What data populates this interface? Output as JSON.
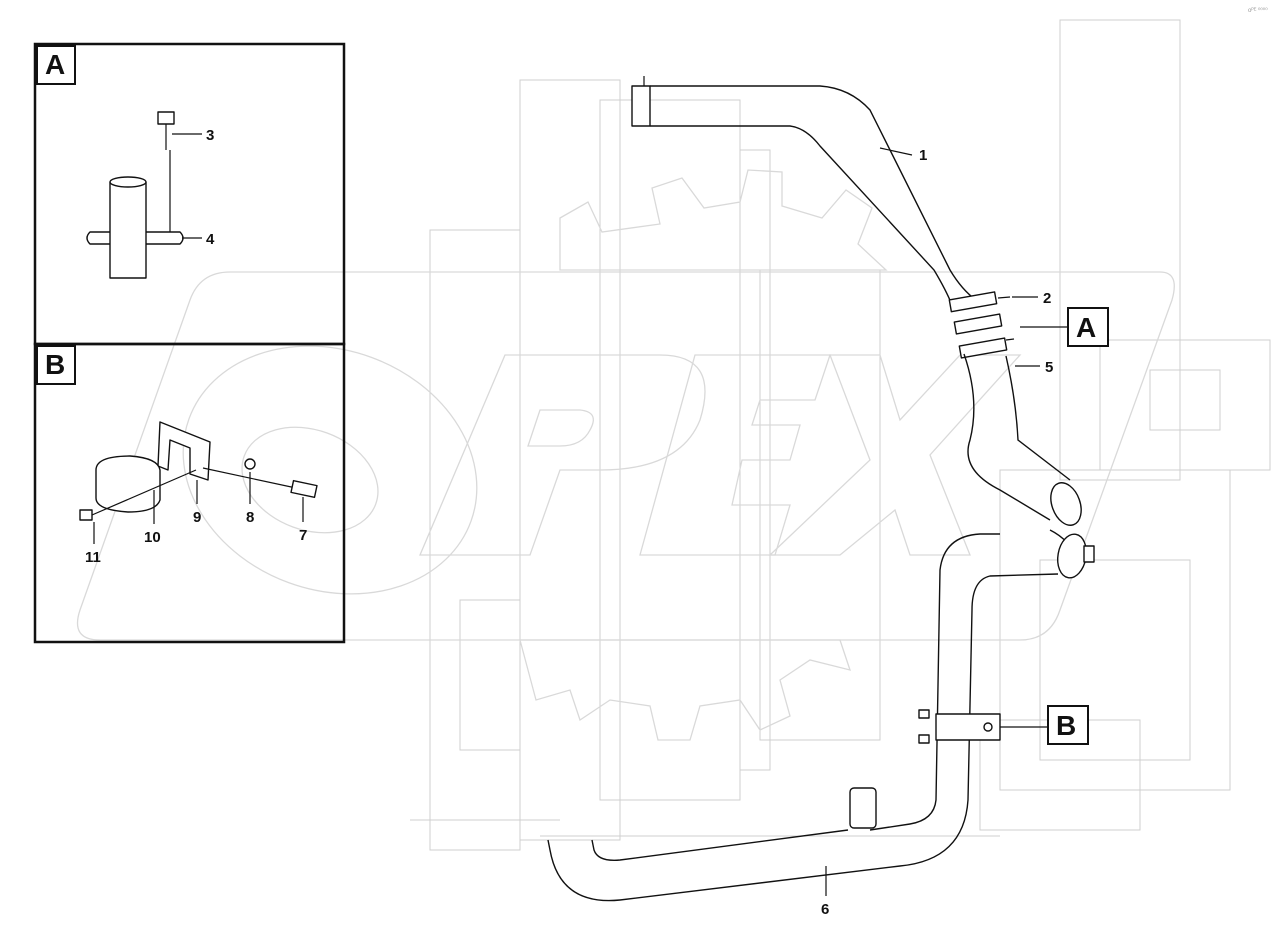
{
  "corner_mark": "oᴾᴱ ⁰⁰⁰⁰",
  "detail_a": {
    "tag": "A",
    "callouts": [
      "3",
      "4"
    ]
  },
  "detail_b": {
    "tag": "B",
    "callouts": [
      "11",
      "10",
      "9",
      "8",
      "7"
    ]
  },
  "main": {
    "callouts": [
      "1",
      "2",
      "5",
      "6"
    ],
    "ref_a": "A",
    "ref_b": "B"
  },
  "watermark": {
    "letters": [
      "O",
      "P",
      "E",
      "X"
    ]
  }
}
